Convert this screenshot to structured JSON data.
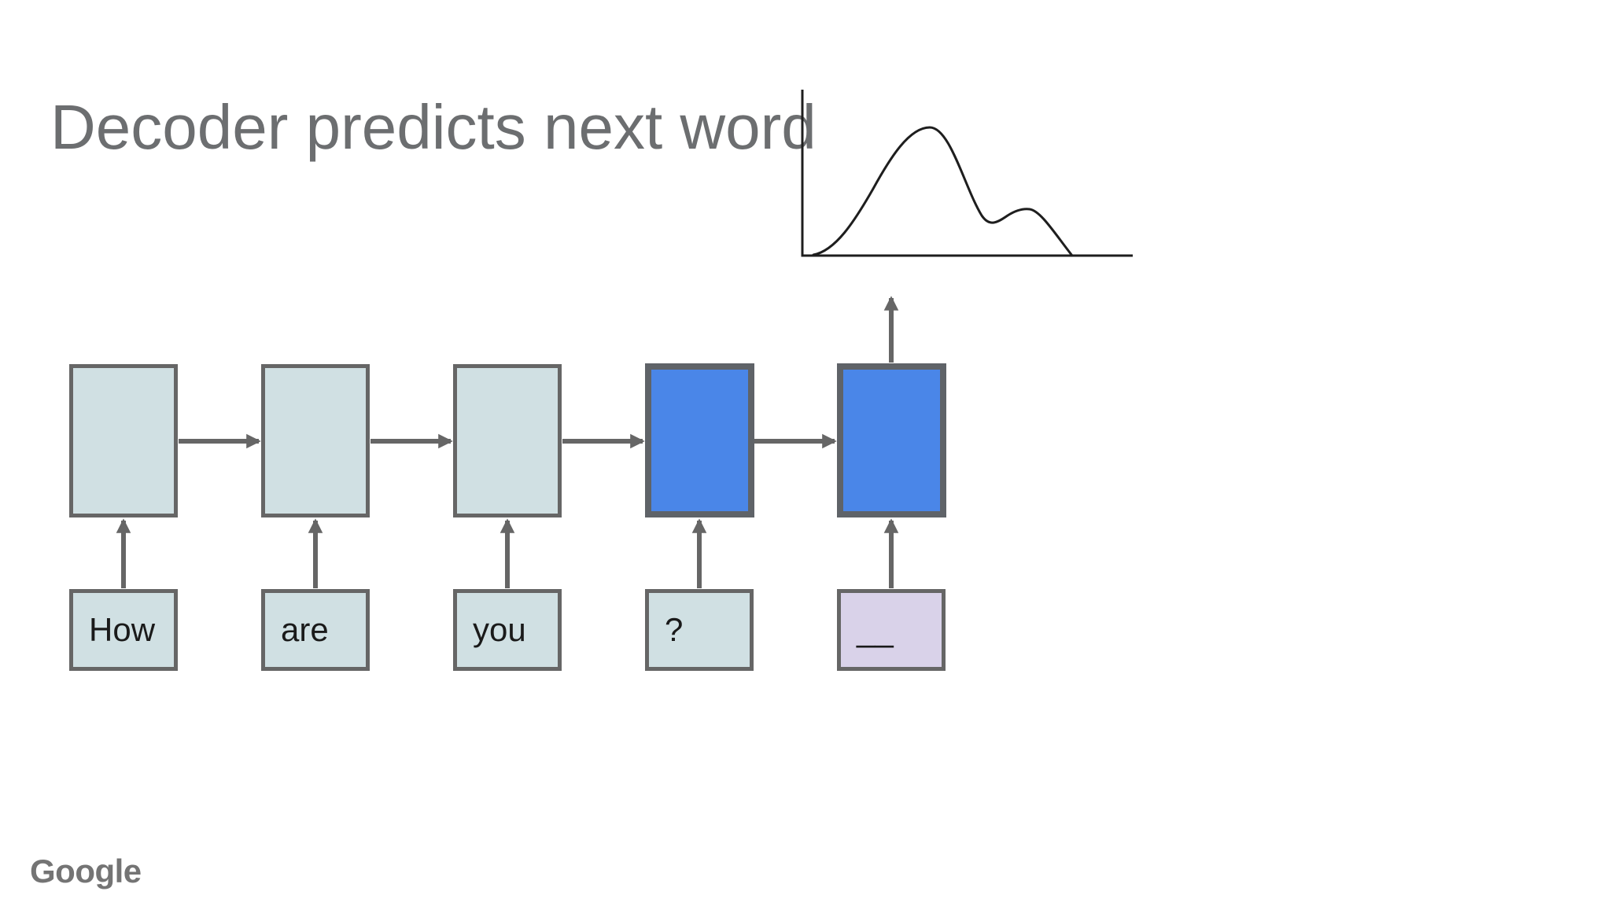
{
  "slide": {
    "title": "Decoder predicts next word",
    "brand": "Google"
  },
  "diagram": {
    "input_words": [
      "How",
      "are",
      "you",
      "?",
      "__"
    ],
    "encoder_cells": 3,
    "decoder_cells": 2,
    "icons": {
      "recurrent_connection": "arrow-right-icon",
      "input_connection": "arrow-up-icon",
      "output_connection": "arrow-up-icon"
    },
    "colors": {
      "encoder_fill": "#d0e0e3",
      "decoder_fill": "#4a86e8",
      "blank_fill": "#d9d2e9",
      "box_border": "#666666",
      "decoder_border": "#5f6368",
      "arrow": "#666666",
      "title_text": "#6c6e70",
      "word_text": "#1a1a1a",
      "ink": "#1e1e1e",
      "brand_text": "#747474",
      "background": "#ffffff"
    }
  },
  "chart_data": {
    "type": "line",
    "title": "",
    "xlabel": "",
    "ylabel": "",
    "tick_labels": [],
    "legend": false,
    "grid": false,
    "axes_drawn": [
      "left",
      "bottom"
    ],
    "description": "Unlabeled sketch of a probability distribution over the next word, emitted above the last decoder cell: a large main peak followed by a smaller secondary bump.",
    "series": [
      {
        "name": "next-word probability (normalized sketch)",
        "x": [
          0.04,
          0.1,
          0.2,
          0.3,
          0.38,
          0.46,
          0.55,
          0.62,
          0.69,
          0.76,
          0.82
        ],
        "y": [
          0.0,
          0.03,
          0.25,
          0.6,
          0.78,
          0.55,
          0.21,
          0.26,
          0.28,
          0.12,
          0.0
        ]
      }
    ],
    "xlim_normalized": [
      0,
      1
    ],
    "ylim_normalized": [
      0,
      1
    ]
  }
}
